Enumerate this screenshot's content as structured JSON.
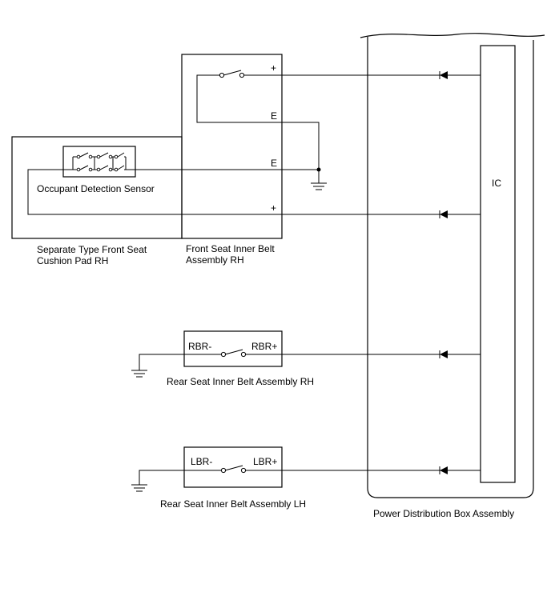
{
  "components": {
    "pdb": {
      "name": "Power Distribution Box Assembly",
      "ic_label": "IC"
    },
    "front_belt": {
      "name_line1": "Front Seat Inner Belt",
      "name_line2": "Assembly RH",
      "pin_plus_top": "+",
      "pin_e_1": "E",
      "pin_e_2": "E",
      "pin_plus_bottom": "+"
    },
    "cushion_pad": {
      "name_line1": "Separate Type Front Seat",
      "name_line2": "Cushion Pad RH",
      "sensor_label": "Occupant Detection Sensor"
    },
    "rear_rh": {
      "name": "Rear Seat Inner Belt Assembly RH",
      "pin_minus": "RBR-",
      "pin_plus": "RBR+"
    },
    "rear_lh": {
      "name": "Rear Seat Inner Belt Assembly LH",
      "pin_minus": "LBR-",
      "pin_plus": "LBR+"
    }
  }
}
